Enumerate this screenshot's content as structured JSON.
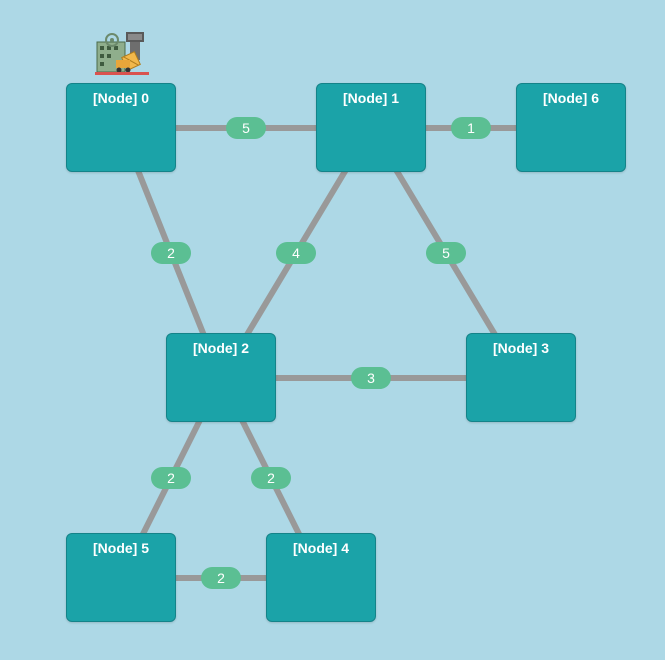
{
  "diagram": {
    "type": "weighted-graph",
    "colors": {
      "background": "#add8e6",
      "node_fill": "#1ba3a8",
      "node_border": "#148389",
      "edge": "#999999",
      "weight_badge": "#5bbf93"
    },
    "nodes": [
      {
        "id": "0",
        "label": "[Node] 0"
      },
      {
        "id": "1",
        "label": "[Node] 1"
      },
      {
        "id": "2",
        "label": "[Node] 2"
      },
      {
        "id": "3",
        "label": "[Node] 3"
      },
      {
        "id": "4",
        "label": "[Node] 4"
      },
      {
        "id": "5",
        "label": "[Node] 5"
      },
      {
        "id": "6",
        "label": "[Node] 6"
      }
    ],
    "edges": [
      {
        "from": "0",
        "to": "1",
        "weight": "5"
      },
      {
        "from": "1",
        "to": "6",
        "weight": "1"
      },
      {
        "from": "0",
        "to": "2",
        "weight": "2"
      },
      {
        "from": "1",
        "to": "2",
        "weight": "4"
      },
      {
        "from": "1",
        "to": "3",
        "weight": "5"
      },
      {
        "from": "2",
        "to": "3",
        "weight": "3"
      },
      {
        "from": "2",
        "to": "5",
        "weight": "2"
      },
      {
        "from": "2",
        "to": "4",
        "weight": "2"
      },
      {
        "from": "5",
        "to": "4",
        "weight": "2"
      }
    ],
    "start_marker_icon": "factory-icon",
    "start_marker_node": "0"
  }
}
